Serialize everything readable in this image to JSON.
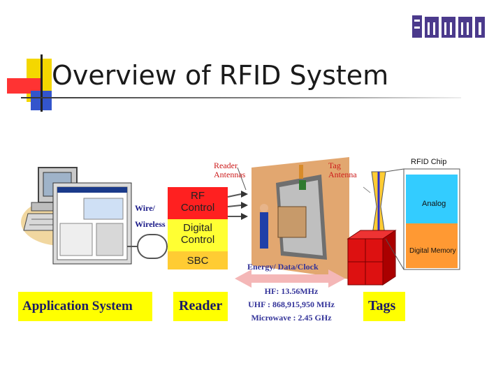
{
  "slide": {
    "title": "Overview of RFID System"
  },
  "diagram": {
    "wire_label_1": "Wire/",
    "wire_label_2": "Wireless",
    "reader_antennas_1": "Reader",
    "reader_antennas_2": "Antennas",
    "tag_antenna_1": "Tag",
    "tag_antenna_2": "Antenna",
    "rfid_chip": "RFID Chip",
    "analog": "Analog",
    "digital_memory": "Digital Memory",
    "reader_blocks": [
      "RF",
      "Control",
      "Digital",
      "Control",
      "SBC"
    ],
    "energy": "Energy/ Data/Clock",
    "bands": [
      "HF: 13.56MHz",
      "UHF : 868,915,950 MHz",
      "Microwave : 2.45 GHz"
    ],
    "application_system": "Application System",
    "reader": "Reader",
    "tags": "Tags"
  },
  "colors": {
    "label_yellow": "#ffff00",
    "reader_red": "#ff2020",
    "reader_yellow": "#ffff33",
    "reader_orange": "#ffcc33",
    "chip_cyan": "#33ccff",
    "chip_orange": "#ff9933",
    "tag_red": "#dd1111"
  }
}
